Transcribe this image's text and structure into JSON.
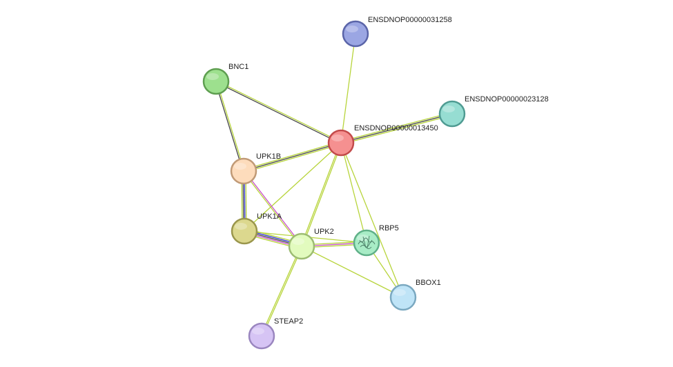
{
  "nodes": [
    {
      "id": "ENSDNOP00000031258",
      "label": "ENSDNOP00000031258",
      "fill": "#9ba6e3",
      "stroke": "#5a64a8"
    },
    {
      "id": "BNC1",
      "label": "BNC1",
      "fill": "#9de08e",
      "stroke": "#5e9e50"
    },
    {
      "id": "ENSDNOP00000023128",
      "label": "ENSDNOP00000023128",
      "fill": "#96ddd2",
      "stroke": "#4f9b92"
    },
    {
      "id": "ENSDNOP00000013450",
      "label": "ENSDNOP00000013450",
      "fill": "#f59090",
      "stroke": "#c24a4a"
    },
    {
      "id": "UPK1B",
      "label": "UPK1B",
      "fill": "#fddcbc",
      "stroke": "#c09a76"
    },
    {
      "id": "UPK1A",
      "label": "UPK1A",
      "fill": "#dcd88e",
      "stroke": "#9a964c"
    },
    {
      "id": "UPK2",
      "label": "UPK2",
      "fill": "#e2fbbe",
      "stroke": "#9cbc72"
    },
    {
      "id": "RBP5",
      "label": "RBP5",
      "fill": "#a8ecc6",
      "stroke": "#5fb088",
      "has_structure_icon": true
    },
    {
      "id": "BBOX1",
      "label": "BBOX1",
      "fill": "#bfe4f7",
      "stroke": "#7aa8c0"
    },
    {
      "id": "STEAP2",
      "label": "STEAP2",
      "fill": "#d6c4f4",
      "stroke": "#9a86bf"
    }
  ],
  "edges": [
    {
      "source": "ENSDNOP00000013450",
      "target": "ENSDNOP00000031258",
      "colors": [
        "#b7d43a"
      ]
    },
    {
      "source": "ENSDNOP00000013450",
      "target": "ENSDNOP00000023128",
      "colors": [
        "#b7d43a",
        "#444444",
        "#b7d43a"
      ]
    },
    {
      "source": "BNC1",
      "target": "ENSDNOP00000013450",
      "colors": [
        "#b7d43a",
        "#444444"
      ]
    },
    {
      "source": "BNC1",
      "target": "UPK1B",
      "colors": [
        "#b7d43a",
        "#444444"
      ]
    },
    {
      "source": "UPK1B",
      "target": "ENSDNOP00000013450",
      "colors": [
        "#b7d43a",
        "#444444",
        "#b7d43a"
      ]
    },
    {
      "source": "UPK1A",
      "target": "ENSDNOP00000013450",
      "colors": [
        "#b7d43a"
      ]
    },
    {
      "source": "UPK2",
      "target": "ENSDNOP00000013450",
      "colors": [
        "#b7d43a",
        "#b7d43a"
      ]
    },
    {
      "source": "RBP5",
      "target": "ENSDNOP00000013450",
      "colors": [
        "#b7d43a"
      ]
    },
    {
      "source": "BBOX1",
      "target": "ENSDNOP00000013450",
      "colors": [
        "#b7d43a"
      ]
    },
    {
      "source": "UPK1B",
      "target": "UPK1A",
      "colors": [
        "#b7d43a",
        "#2f2fcf",
        "#444444",
        "#b7d43a"
      ]
    },
    {
      "source": "UPK1B",
      "target": "UPK2",
      "colors": [
        "#c84fc8",
        "#b7d43a"
      ]
    },
    {
      "source": "UPK1A",
      "target": "UPK2",
      "colors": [
        "#b7d43a",
        "#2f2fcf",
        "#444444",
        "#c84fc8",
        "#b7d43a"
      ]
    },
    {
      "source": "UPK1A",
      "target": "RBP5",
      "colors": [
        "#b7d43a"
      ]
    },
    {
      "source": "UPK2",
      "target": "RBP5",
      "colors": [
        "#b7d43a",
        "#c84fc8",
        "#b7d43a"
      ]
    },
    {
      "source": "UPK2",
      "target": "BBOX1",
      "colors": [
        "#b7d43a"
      ]
    },
    {
      "source": "RBP5",
      "target": "BBOX1",
      "colors": [
        "#b7d43a"
      ]
    },
    {
      "source": "UPK2",
      "target": "STEAP2",
      "colors": [
        "#b7d43a",
        "#b7d43a"
      ]
    }
  ]
}
